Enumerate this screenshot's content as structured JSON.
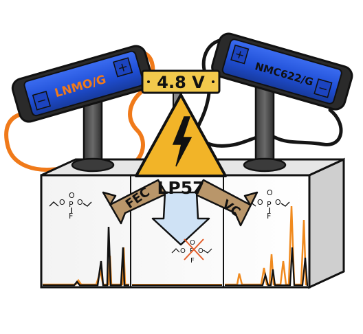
{
  "labels": {
    "cell_left": "LNMO/G",
    "cell_right": "NMC622/G",
    "voltage": "4.8 V",
    "electrolyte": "LP57",
    "additive_left": "FEC",
    "additive_right": "VC"
  },
  "symbols": {
    "left_plus": "+",
    "left_minus": "−",
    "right_plus": "+",
    "right_minus": "−",
    "hazard": "lightning-bolt-icon"
  },
  "colors": {
    "cell_blue": "#1f4fd6",
    "wire_orange": "#f07a1a",
    "voltage_plate": "#f2c94c",
    "warning_yellow": "#f2b428",
    "arrow_brown": "#b9966a",
    "arrow_blue": "#cfe2f5",
    "spectrum_orange": "#f08a1e"
  }
}
